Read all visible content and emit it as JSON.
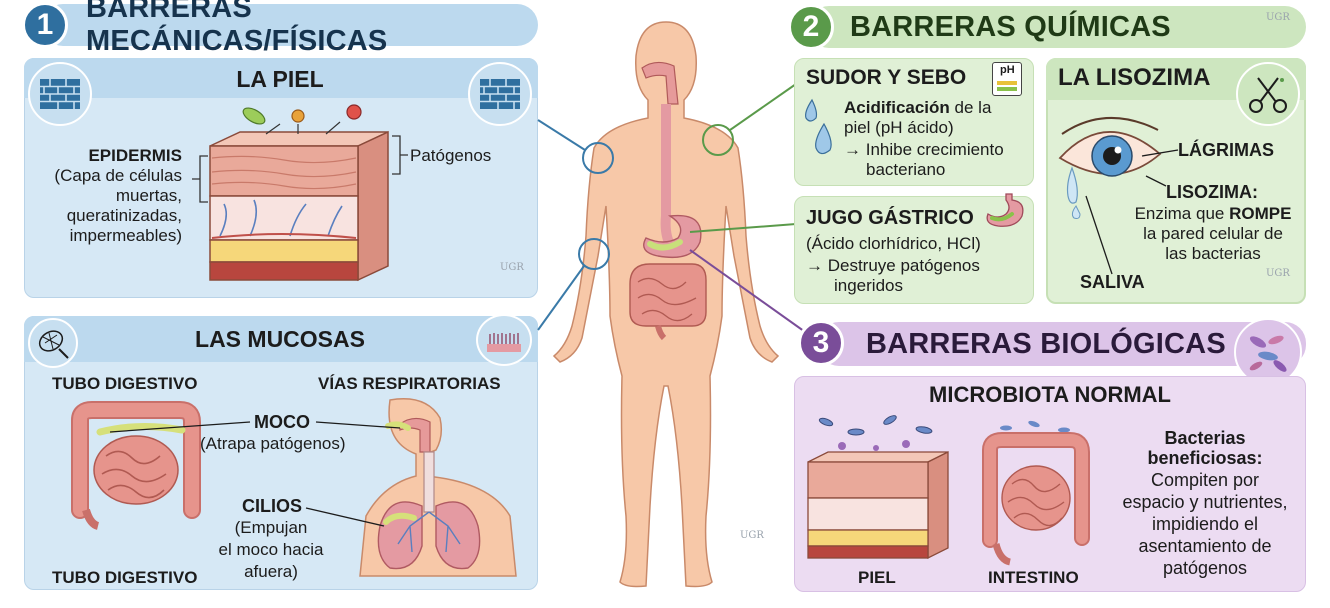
{
  "section1": {
    "number": "1",
    "title": "BARRERAS MECÁNICAS/FÍSICAS",
    "piel": {
      "title": "LA PIEL",
      "epidermis_label": "EPIDERMIS",
      "epidermis_desc": [
        "(Capa de células",
        "muertas,",
        "queratinizadas,",
        "impermeables)"
      ],
      "patogenos_label": "Patógenos",
      "watermark": "UGR"
    },
    "mucosas": {
      "title": "LAS MUCOSAS",
      "tubo_digestivo_top": "TUBO DIGESTIVO",
      "vias_respiratorias": "VÍAS RESPIRATORIAS",
      "moco_label": "MOCO",
      "moco_desc": "(Atrapa patógenos)",
      "cilios_label": "CILIOS",
      "cilios_desc": [
        "(Empujan",
        "el moco hacia",
        "afuera)"
      ],
      "tubo_digestivo_bottom": "TUBO DIGESTIVO"
    }
  },
  "section2": {
    "number": "2",
    "title": "BARRERAS QUÍMICAS",
    "watermark": "UGR",
    "sudor": {
      "title": "SUDOR Y SEBO",
      "ph_label": "pH",
      "line1_bold": "Acidificación",
      "line1_rest": " de la",
      "line2": "piel (pH ácido)",
      "line3": "→ Inhibe crecimiento",
      "line4": "bacteriano"
    },
    "jugo": {
      "title": "JUGO GÁSTRICO",
      "line1": "(Ácido clorhídrico, HCl)",
      "line2": "→ Destruye patógenos",
      "line3": "ingeridos"
    },
    "lisozima": {
      "title": "LA LISOZIMA",
      "lagrimas": "LÁGRIMAS",
      "lisozima_label": "LISOZIMA:",
      "desc1_pre": "Enzima que ",
      "desc1_bold": "ROMPE",
      "desc2": "la pared celular de",
      "desc3": "las bacterias",
      "saliva": "SALIVA",
      "watermark": "UGR"
    }
  },
  "section3": {
    "number": "3",
    "title": "BARRERAS BIOLÓGICAS",
    "microbiota": {
      "title": "MICROBIOTA NORMAL",
      "piel": "PIEL",
      "intestino": "INTESTINO",
      "bacterias_title": [
        "Bacterias",
        "beneficiosas:"
      ],
      "bacterias_desc": [
        "Compiten por",
        "espacio y nutrientes,",
        "impidiendo el",
        "asentamiento de",
        "patógenos"
      ]
    }
  },
  "body_watermark": "UGR",
  "colors": {
    "blue": "#2f6f9f",
    "blue_light": "#d6e8f5",
    "blue_hdr": "#bcd9ee",
    "green": "#5a9a4a",
    "green_light": "#e0f0d6",
    "green_hdr": "#cde6bf",
    "purple": "#7a4d99",
    "purple_light": "#ecdcf2",
    "purple_hdr": "#dcc4e8",
    "skin": "#f7c8a8"
  }
}
